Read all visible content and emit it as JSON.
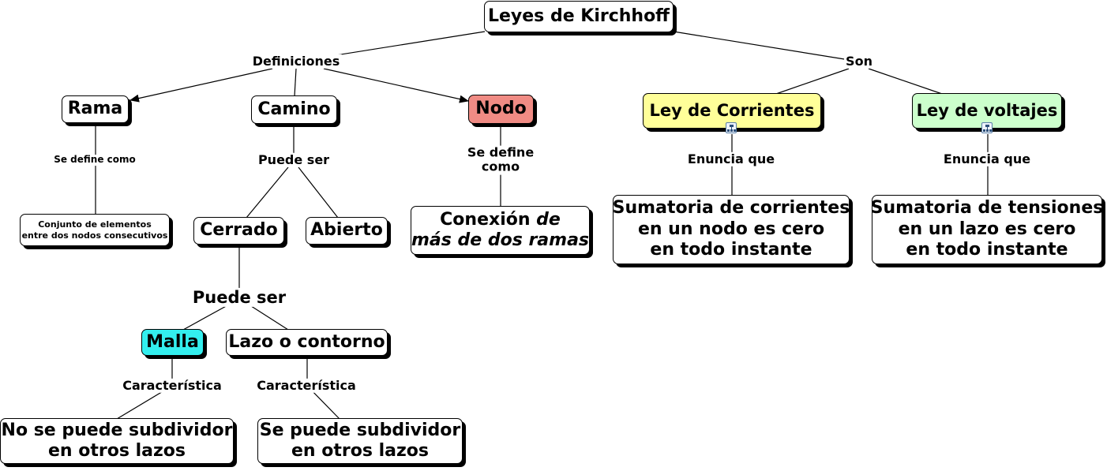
{
  "title": "Leyes de Kirchhoff",
  "links": {
    "definiciones": "Definiciones",
    "son": "Son",
    "se_define_como_rama": "Se define como",
    "puede_ser_camino": "Puede ser",
    "se_define_como_nodo_1": "Se define",
    "se_define_como_nodo_2": "como",
    "enuncia_que_corrientes": "Enuncia que",
    "enuncia_que_voltajes": "Enuncia que",
    "puede_ser_cerrado": "Puede ser",
    "caracteristica_malla": "Característica",
    "caracteristica_lazo": "Característica"
  },
  "concepts": {
    "rama": "Rama",
    "camino": "Camino",
    "nodo": "Nodo",
    "ley_corrientes": "Ley de Corrientes",
    "ley_voltajes": "Ley de voltajes",
    "conjunto_1": "Conjunto de elementos",
    "conjunto_2": "entre dos nodos consecutivos",
    "cerrado": "Cerrado",
    "abierto": "Abierto",
    "conexion_1a": "Conexión ",
    "conexion_1b": "de",
    "conexion_2": "más de dos ramas",
    "sum_corr_1": "Sumatoria de corrientes",
    "sum_corr_2": "en un nodo es cero",
    "sum_corr_3": "en todo instante",
    "sum_ten_1": "Sumatoria de tensiones",
    "sum_ten_2": "en un lazo es cero",
    "sum_ten_3": "en todo instante",
    "malla": "Malla",
    "lazo": "Lazo o contorno",
    "no_sub_1": "No se puede subdividor",
    "no_sub_2": "en otros lazos",
    "si_sub_1": "Se puede subdividor",
    "si_sub_2": "en otros lazos"
  },
  "colors": {
    "nodo": "#f08b84",
    "ley_corrientes": "#ffff99",
    "ley_voltajes": "#ccffcc",
    "malla": "#33eeee",
    "default": "#ffffff"
  },
  "icons": {
    "ley_corrientes": "concept-map-icon",
    "ley_voltajes": "concept-map-icon"
  }
}
